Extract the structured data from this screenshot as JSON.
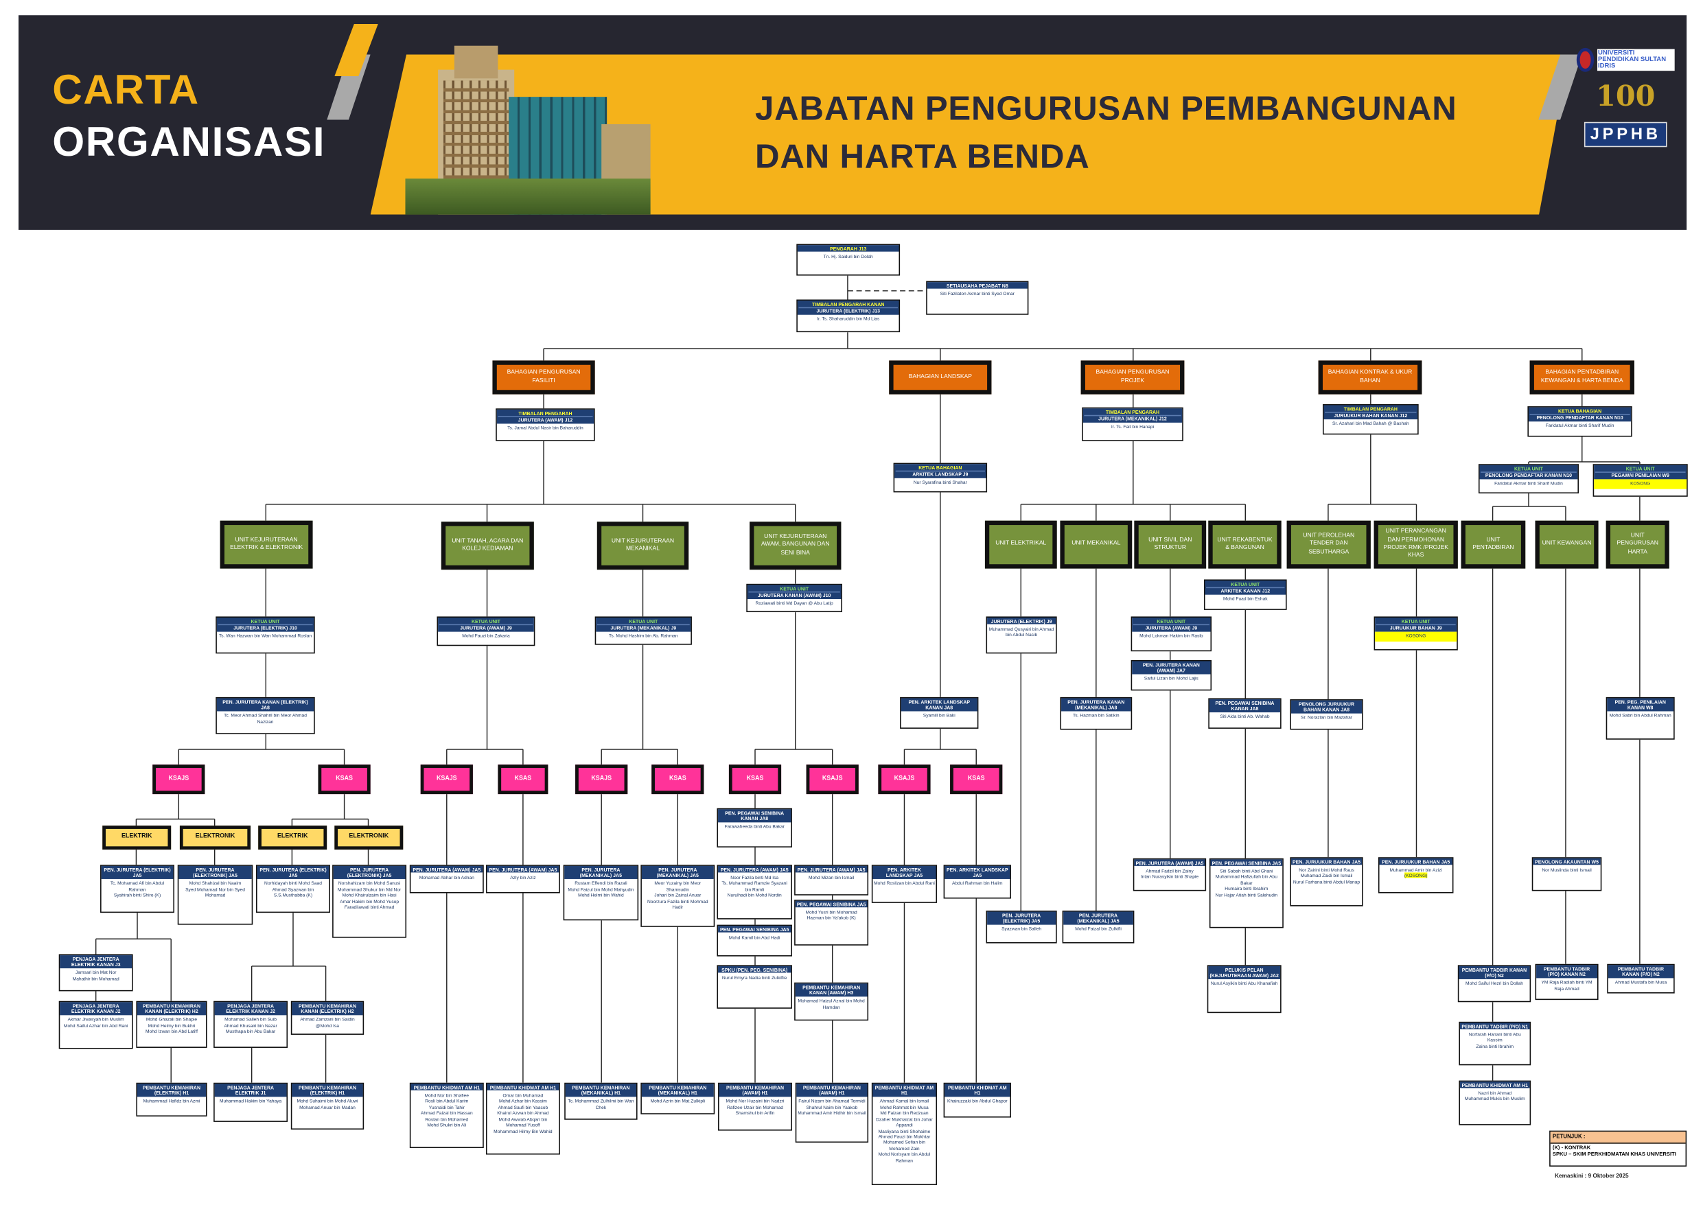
{
  "header": {
    "title_line1": "CARTA",
    "title_line2": "ORGANISASI",
    "dept_line1": "JABATAN PENGURUSAN PEMBANGUNAN",
    "dept_line2": "DAN HARTA BENDA",
    "logos": {
      "upsi": "UNIVERSITI PENDIDIKAN SULTAN IDRIS",
      "centenary": "100",
      "jpphb": "JPPHB"
    }
  },
  "colors": {
    "navy": "#1f3f73",
    "bahagian": "#e36c0a",
    "unit": "#77933c",
    "ksas": "#ff3399",
    "category": "#ffd966",
    "kosong": "#ffff00",
    "banner": "#262630",
    "accent": "#f5b21a"
  },
  "boxes": [
    {
      "id": "pengarah",
      "kind": "pos",
      "label": "PENGARAH J13",
      "tone": "yellow",
      "title": "",
      "names": [
        "Tn. Hj. Saiduri bin Dolah"
      ]
    },
    {
      "id": "setiausaha",
      "kind": "pos",
      "label": "",
      "title": "SETIAUSAHA PEJABAT N8",
      "names": [
        "Siti Fazilaton Akmar binti Syed Omar"
      ]
    },
    {
      "id": "tpk",
      "kind": "pos",
      "label": "TIMBALAN PENGARAH KANAN",
      "tone": "yellow",
      "title": "JURUTERA (ELEKTRIK) J13",
      "names": [
        "Ir. Ts. Shaharuddin bin Md Lias"
      ]
    },
    {
      "id": "b1",
      "kind": "bahagian",
      "text": "BAHAGIAN PENGURUSAN FASILITI"
    },
    {
      "id": "b2",
      "kind": "bahagian",
      "text": "BAHAGIAN LANDSKAP"
    },
    {
      "id": "b3",
      "kind": "bahagian",
      "text": "BAHAGIAN PENGURUSAN PROJEK"
    },
    {
      "id": "b4",
      "kind": "bahagian",
      "text": "BAHAGIAN KONTRAK & UKUR BAHAN"
    },
    {
      "id": "b5",
      "kind": "bahagian",
      "text": "BAHAGIAN PENTADBIRAN KEWANGAN & HARTA BENDA"
    },
    {
      "id": "tp1",
      "kind": "pos",
      "label": "TIMBALAN PENGARAH",
      "tone": "yellow",
      "title": "JURUTERA (AWAM) J12",
      "names": [
        "Ts. Jamal Abdul Nasir bin Baharuddin"
      ]
    },
    {
      "id": "tp3",
      "kind": "pos",
      "label": "TIMBALAN PENGARAH",
      "tone": "yellow",
      "title": "JURUTERA (MEKANIKAL) J12",
      "names": [
        "Ir. Ts. Fait bin Hanapi"
      ]
    },
    {
      "id": "tp4",
      "kind": "pos",
      "label": "TIMBALAN PENGARAH",
      "tone": "yellow",
      "title": "JURUUKUR BAHAN KANAN J12",
      "names": [
        "Sr. Azahari bin Mad Bahah @ Bashah"
      ]
    },
    {
      "id": "kb5",
      "kind": "pos",
      "label": "KETUA BAHAGIAN",
      "tone": "yellow",
      "title": "PENOLONG PENDAFTAR KANAN N10",
      "names": [
        "Faridatul Akmar binti Sharif Mudin"
      ]
    },
    {
      "id": "kupp",
      "kind": "pos",
      "label": "KETUA UNIT",
      "tone": "green",
      "title": "PENOLONG PENDAFTAR KANAN N10",
      "names": [
        "Faridatul Akmar binti Sharif Mudin"
      ]
    },
    {
      "id": "kupn",
      "kind": "pos",
      "label": "KETUA UNIT",
      "tone": "green",
      "title": "PEGAWAI PENILAIAN W9",
      "names": [
        "KOSONG"
      ],
      "kosong": true
    },
    {
      "id": "kb2",
      "kind": "pos",
      "label": "KETUA BAHAGIAN",
      "tone": "yellow",
      "title": "ARKITEK LANDSKAP J9",
      "names": [
        "Nur Syarafina binti Shahar"
      ]
    },
    {
      "id": "u1",
      "kind": "unit",
      "text": "UNIT KEJURUTERAAN ELEKTRIK & ELEKTRONIK"
    },
    {
      "id": "u2",
      "kind": "unit",
      "text": "UNIT TANAH, ACARA DAN KOLEJ KEDIAMAN"
    },
    {
      "id": "u3",
      "kind": "unit",
      "text": "UNIT KEJURUTERAAN MEKANIKAL"
    },
    {
      "id": "u4",
      "kind": "unit",
      "text": "UNIT KEJURUTERAAN AWAM, BANGUNAN DAN SENI BINA"
    },
    {
      "id": "u5",
      "kind": "unit",
      "text": "UNIT ELEKTRIKAL"
    },
    {
      "id": "u6",
      "kind": "unit",
      "text": "UNIT MEKANIKAL"
    },
    {
      "id": "u7",
      "kind": "unit",
      "text": "UNIT SIVIL DAN STRUKTUR"
    },
    {
      "id": "u8",
      "kind": "unit",
      "text": "UNIT REKABENTUK & BANGUNAN"
    },
    {
      "id": "u9",
      "kind": "unit",
      "text": "UNIT PEROLEHAN TENDER DAN SEBUTHARGA"
    },
    {
      "id": "u10",
      "kind": "unit",
      "text": "UNIT PERANCANGAN DAN PERMOHONAN PROJEK RMK /PROJEK KHAS"
    },
    {
      "id": "u11",
      "kind": "unit",
      "text": "UNIT PENTADBIRAN"
    },
    {
      "id": "u12",
      "kind": "unit",
      "text": "UNIT KEWANGAN"
    },
    {
      "id": "u13",
      "kind": "unit",
      "text": "UNIT PENGURUSAN HARTA"
    },
    {
      "id": "ku1",
      "kind": "pos",
      "label": "KETUA UNIT",
      "tone": "green",
      "title": "JURUTERA (ELEKTRIK) J10",
      "names": [
        "Ts. Wan Hazwan bin Wan Mohammad Roslan"
      ]
    },
    {
      "id": "pjk1",
      "kind": "pos",
      "label": "",
      "title": "PEN. JURUTERA KANAN (ELEKTRIK) JA8",
      "names": [
        "Tc. Meor Ahmad Shahril bin Meor Ahmad Nazizan"
      ]
    },
    {
      "id": "ku2",
      "kind": "pos",
      "label": "KETUA UNIT",
      "tone": "green",
      "title": "JURUTERA (AWAM) J9",
      "names": [
        "Mohd Fauzi bin Zakaria"
      ]
    },
    {
      "id": "ku3",
      "kind": "pos",
      "label": "KETUA UNIT",
      "tone": "green",
      "title": "JURUTERA (MEKANIKAL) J9",
      "names": [
        "Ts. Mohd Hashim bin Ab. Rahman"
      ]
    },
    {
      "id": "ku4",
      "kind": "pos",
      "label": "KETUA UNIT",
      "tone": "green",
      "title": "JURUTERA KANAN (AWAM) J10",
      "names": [
        "Roziawati binti Md Dayan @ Abu Latip"
      ]
    },
    {
      "id": "pak2",
      "kind": "pos",
      "label": "",
      "title": "PEN. ARKITEK LANDSKAP KANAN JA8",
      "names": [
        "Syamill bin Baki"
      ]
    },
    {
      "id": "k1",
      "kind": "ks",
      "text": "KSAJS"
    },
    {
      "id": "k2",
      "kind": "ks",
      "text": "KSAS"
    },
    {
      "id": "k3",
      "kind": "ks",
      "text": "KSAJS"
    },
    {
      "id": "k4",
      "kind": "ks",
      "text": "KSAS"
    },
    {
      "id": "k5",
      "kind": "ks",
      "text": "KSAJS"
    },
    {
      "id": "k6",
      "kind": "ks",
      "text": "KSAS"
    },
    {
      "id": "k7",
      "kind": "ks",
      "text": "KSAS"
    },
    {
      "id": "k8",
      "kind": "ks",
      "text": "KSAJS"
    },
    {
      "id": "k9",
      "kind": "ks",
      "text": "KSAJS"
    },
    {
      "id": "k10",
      "kind": "ks",
      "text": "KSAS"
    },
    {
      "id": "c1",
      "kind": "cat",
      "text": "ELEKTRIK"
    },
    {
      "id": "c2",
      "kind": "cat",
      "text": "ELEKTRONIK"
    },
    {
      "id": "c3",
      "kind": "cat",
      "text": "ELEKTRIK"
    },
    {
      "id": "c4",
      "kind": "cat",
      "text": "ELEKTRONIK"
    },
    {
      "id": "e1",
      "kind": "pos",
      "label": "",
      "title": "PEN. JURUTERA (ELEKTRIK) JA5",
      "names": [
        "Tc. Mohamad Afi bin Abdul Rahman",
        "Syahirah binti Shiro (K)"
      ]
    },
    {
      "id": "e2",
      "kind": "pos",
      "label": "",
      "title": "PEN. JURUTERA (ELEKTRONIK) JA5",
      "names": [
        "Mohd Shahizal bin Naaim",
        "Syed Mohamad Nor bin Syed Mohamad"
      ]
    },
    {
      "id": "e3",
      "kind": "pos",
      "label": "",
      "title": "PEN. JURUTERA (ELEKTRIK) JA5",
      "names": [
        "Norhidayah binti Mohd Saad",
        "Ahmad Syazwan bin S.S.Musthabba (K)"
      ]
    },
    {
      "id": "e4",
      "kind": "pos",
      "label": "",
      "title": "PEN. JURUTERA (ELEKTRONIK) JA5",
      "names": [
        "Norshahizam bin Mohd Sanusi",
        "Mohammad Shukur bin Md Nor",
        "Mohd Khairulzaim bin Hasi",
        "Amar Hakim bin Mohd Yusop",
        "Faradilawati binti Ahmad"
      ]
    },
    {
      "id": "t1",
      "kind": "pos",
      "label": "",
      "title": "PEN. JURUTERA (AWAM) JA5",
      "names": [
        "Mohamad Abhar bin Adnan"
      ]
    },
    {
      "id": "t2",
      "kind": "pos",
      "label": "",
      "title": "PEN. JURUTERA (AWAM) JA5",
      "names": [
        "Azly bin Aziz"
      ]
    },
    {
      "id": "m1",
      "kind": "pos",
      "label": "",
      "title": "PEN. JURUTERA (MEKANIKAL) JA5",
      "names": [
        "Rustam Effendi bin Razali",
        "Mohd Faizul bin Mohd Mahyudin",
        "Mohd Helmi bin Wahid"
      ]
    },
    {
      "id": "m2",
      "kind": "pos",
      "label": "",
      "title": "PEN. JURUTERA (MEKANIKAL) JA5",
      "names": [
        "Meor Yuzainy bin Meor Shamsudin",
        "Johari bin Zainal Anuar",
        "Noorzura Fazila binti Mohmad Hadir"
      ]
    },
    {
      "id": "apsk",
      "kind": "pos",
      "label": "",
      "title": "PEN. PEGAWAI SENIBINA KANAN JA8",
      "names": [
        "Farawaheeda binti Abu Bakar"
      ]
    },
    {
      "id": "a1",
      "kind": "pos",
      "label": "",
      "title": "PEN. JURUTERA (AWAM) JA5",
      "names": [
        "Noor Fazila binti Md Isa",
        "Ts. Muhammad Ramzie Syazani bin Ramli",
        "Nurulhadi bin Mohd Nordin"
      ]
    },
    {
      "id": "aps1",
      "kind": "pos",
      "label": "",
      "title": "PEN. PEGAWAI SENIBINA JA5",
      "names": [
        "Mohd Kamil bin Abd Hadi"
      ]
    },
    {
      "id": "aspku",
      "kind": "pos",
      "label": "",
      "title": "SPKU (PEN. PEG. SENIBINA)",
      "names": [
        "Nurul Emyra Nadia binti Zulkiflie"
      ]
    },
    {
      "id": "a2",
      "kind": "pos",
      "label": "",
      "title": "PEN. JURUTERA (AWAM) JA5",
      "names": [
        "Mohd Mizan bin Ismail"
      ]
    },
    {
      "id": "aps2",
      "kind": "pos",
      "label": "",
      "title": "PEN. PEGAWAI SENIBINA JA5",
      "names": [
        "Mohd Yusri bin Mohamad",
        "Hazman bin Ya'akob (K)"
      ]
    },
    {
      "id": "apkk",
      "kind": "pos",
      "label": "",
      "title": "PEMBANTU KEMAHIRAN KANAN (AWAM) H3",
      "names": [
        "Mohamad Haizul Aznal bin Mohd Hamdan"
      ]
    },
    {
      "id": "l1",
      "kind": "pos",
      "label": "",
      "title": "PEN. ARKITEK LANDSKAP JA5",
      "names": [
        "Mohd Roslizan bin Abdul Rani"
      ]
    },
    {
      "id": "l2",
      "kind": "pos",
      "label": "",
      "title": "PEN. ARKITEK LANDSKAP JA5",
      "names": [
        "Abdul Rahman bin Halim"
      ]
    },
    {
      "id": "pjj3",
      "kind": "pos",
      "label": "",
      "title": "PENJAGA JENTERA ELEKTRIK KANAN J3",
      "names": [
        "Jamsari bin Mat Nor",
        "Mahathir bin Mohamad"
      ]
    },
    {
      "id": "pjj2a",
      "kind": "pos",
      "label": "",
      "title": "PENJAGA JENTERA ELEKTRIK KANAN J2",
      "names": [
        "Akmar Jiwasyah bin Muslim",
        "Mohd Saiful Azhar bin Abd Rani"
      ]
    },
    {
      "id": "pkh2a",
      "kind": "pos",
      "label": "",
      "title": "PEMBANTU KEMAHIRAN KANAN (ELEKTRIK) H2",
      "names": [
        "Mohd Ghazali bin Shapie",
        "Mohd Helmy bin Bukhri",
        "Mohd Izwan bin Abd Latiff"
      ]
    },
    {
      "id": "pkh1a",
      "kind": "pos",
      "label": "",
      "title": "PEMBANTU KEMAHIRAN (ELEKTRIK) H1",
      "names": [
        "Muhammad Hafidz bin Azmi"
      ]
    },
    {
      "id": "pjj2b",
      "kind": "pos",
      "label": "",
      "title": "PENJAGA JENTERA ELEKTRIK KANAN J2",
      "names": [
        "Mohamad Salleh bin Suib",
        "Ahmad Khusairi bin Nazar",
        "Musthapa bin Abu Bakar"
      ]
    },
    {
      "id": "pkh2b",
      "kind": "pos",
      "label": "",
      "title": "PEMBANTU KEMAHIRAN KANAN (ELEKTRIK) H2",
      "names": [
        "Ahmad Zamzani bin Saidin @Mohd Isa"
      ]
    },
    {
      "id": "pjj1",
      "kind": "pos",
      "label": "",
      "title": "PENJAGA JENTERA ELEKTRIK J1",
      "names": [
        "Muhammad Hakim bin Yahaya"
      ]
    },
    {
      "id": "pkh1b",
      "kind": "pos",
      "label": "",
      "title": "PEMBANTU KEMAHIRAN (ELEKTRIK) H1",
      "names": [
        "Mohd Suhaimi bin Mohd Aluwi",
        "Mohamad Anuar bin Madan"
      ]
    },
    {
      "id": "pkat1",
      "kind": "pos",
      "label": "",
      "title": "PEMBANTU KHIDMAT AM H1",
      "names": [
        "Mohd Nor bin Shafiee",
        "Rosli bin Abdul Karim",
        "Yusnaidi bin Tahir",
        "Ahmad Faizal bin Hassan",
        "Roslan bin Mohamed",
        "Mohd Shukri bin Ali"
      ]
    },
    {
      "id": "pkat2",
      "kind": "pos",
      "label": "",
      "title": "PEMBANTU KHIDMAT AM H1",
      "names": [
        "Omar bin Muhamad",
        "Mohd Azhar bin Kassim",
        "Ahmad Saufi bin Yaacob",
        "Khairul Azwan bin Ahmad",
        "Mohd Awwab Abqari bin Mohamad Yusoff",
        "Mohammad Hilmy Bin Wahid"
      ]
    },
    {
      "id": "pkm1",
      "kind": "pos",
      "label": "",
      "title": "PEMBANTU KEMAHIRAN (MEKANIKAL) H1",
      "names": [
        "Tc. Mohammad Zulhilmi bin Wan Chek"
      ]
    },
    {
      "id": "pkm2",
      "kind": "pos",
      "label": "",
      "title": "PEMBANTU KEMAHIRAN (MEKANIKAL) H1",
      "names": [
        "Mohd Azrin bin Mat Zulkipli"
      ]
    },
    {
      "id": "pka1",
      "kind": "pos",
      "label": "",
      "title": "PEMBANTU KEMAHIRAN (AWAM) H1",
      "names": [
        "Mohd Nor Huzaini bin Nadzri",
        "Rafizee Uzair bin Mohamad",
        "Shamshul bin Arifin"
      ]
    },
    {
      "id": "pka2",
      "kind": "pos",
      "label": "",
      "title": "PEMBANTU KEMAHIRAN (AWAM) H1",
      "names": [
        "Fairul Nizam bin Ahamad Termidi",
        "Shahrul Naim bin Yaakob",
        "Muhammad Amir Hidhir bin Ismail"
      ]
    },
    {
      "id": "pkal1",
      "kind": "pos",
      "label": "",
      "title": "PEMBANTU KHIDMAT AM H1",
      "names": [
        "Ahmad Kamal bin Ismail",
        "Mohd Rahmat bin Musa",
        "Md Faizan bin Redzuan",
        "Dzaher Mukhaizat bin Johar Appandi",
        "Masliyana binti Shohaime",
        "Ahmad Fauzi bin Mokhtar",
        "Mohamed Sofian bin Mohamed Zain",
        "Mohd Norisyam bin Abdul Rahman"
      ]
    },
    {
      "id": "pkal2",
      "kind": "pos",
      "label": "",
      "title": "PEMBANTU KHIDMAT AM H1",
      "names": [
        "Khairuzzaki bin Abdul Ghapor"
      ]
    },
    {
      "id": "jel",
      "kind": "pos",
      "label": "",
      "title": "JURUTERA (ELEKTRIK) J9",
      "names": [
        "Muhammad Qusyairi bin Ahmad bin Abdul Nasib"
      ]
    },
    {
      "id": "pjel",
      "kind": "pos",
      "label": "",
      "title": "PEN. JURUTERA (ELEKTRIK) JA5",
      "names": [
        "Syazwan bin Salleh"
      ]
    },
    {
      "id": "pjkmek",
      "kind": "pos",
      "label": "",
      "title": "PEN. JURUTERA KANAN (MEKANIKAL) JA8",
      "names": [
        "Ts. Hazman bin Satikin"
      ]
    },
    {
      "id": "pjmek",
      "kind": "pos",
      "label": "",
      "title": "PEN. JURUTERA (MEKANIKAL) JA5",
      "names": [
        "Mohd Faizal bin Zulkifli"
      ]
    },
    {
      "id": "kusiv",
      "kind": "pos",
      "label": "KETUA UNIT",
      "tone": "green",
      "title": "JURUTERA (AWAM) J9",
      "names": [
        "Mohd Lokman Hakim bin Rasib"
      ]
    },
    {
      "id": "pjksiv",
      "kind": "pos",
      "label": "",
      "title": "PEN. JURUTERA KANAN (AWAM) JA7",
      "names": [
        "Saiful Lizan bin Mohd Lajis"
      ]
    },
    {
      "id": "pjsiv",
      "kind": "pos",
      "label": "",
      "title": "PEN. JURUTERA (AWAM) JA5",
      "names": [
        "Ahmad Fadzil bin Zainy",
        "Intan Nurasyikin binti Shapie"
      ]
    },
    {
      "id": "kurek",
      "kind": "pos",
      "label": "KETUA UNIT",
      "tone": "green",
      "title": "ARKITEK KANAN J12",
      "names": [
        "Mohd Fuad bin Eshak"
      ]
    },
    {
      "id": "pskrek",
      "kind": "pos",
      "label": "",
      "title": "PEN. PEGAWAI SENIBINA KANAN JA8",
      "names": [
        "Siti Aida binti Ab. Wahab"
      ]
    },
    {
      "id": "psrek",
      "kind": "pos",
      "label": "",
      "title": "PEN. PEGAWAI SENIBINA JA5",
      "names": [
        "Siti Sabah binti Abd Ghani",
        "Muhammad Hafizullah bin Abu Bakar",
        "Humaira binti Ibrahim",
        "Nur Hajar Atiah binti Salehudin"
      ]
    },
    {
      "id": "pelukis",
      "kind": "pos",
      "label": "",
      "title": "PELUKIS PELAN (KEJURUTERAAN AWAM) JA2",
      "names": [
        "Nurul Asyikin binti Abu Khanafiah"
      ]
    },
    {
      "id": "pjbk",
      "kind": "pos",
      "label": "",
      "title": "PENOLONG JURUUKUR BAHAN KANAN JA8",
      "names": [
        "Sr. Norazlan bin Mazahar"
      ]
    },
    {
      "id": "pjb1",
      "kind": "pos",
      "label": "",
      "title": "PEN. JURUUKUR BAHAN JA5",
      "names": [
        "Nor Zairini binti Mohd Raus",
        "Muhamad Zaidi bin Ismail",
        "Nurul Farhana binti Abdul Manap"
      ]
    },
    {
      "id": "kuran",
      "kind": "pos",
      "label": "KETUA UNIT",
      "tone": "green",
      "title": "JURUUKUR BAHAN J9",
      "names": [
        "KOSONG"
      ],
      "kosong": true
    },
    {
      "id": "pjb2",
      "kind": "pos",
      "label": "",
      "title": "PEN. JURUUKUR BAHAN JA5",
      "names": [
        "Muhammad Amir bin Azizi",
        "(KOSONG)"
      ]
    },
    {
      "id": "ptpen",
      "kind": "pos",
      "label": "",
      "title": "PEMBANTU TADBIR KANAN (P/O) N2",
      "names": [
        "Mohd Saiful Hezri bin Dollah"
      ]
    },
    {
      "id": "ptn1",
      "kind": "pos",
      "label": "",
      "title": "PEMBANTU TADBIR (P/O) N1",
      "names": [
        "Norfarah Hanani binti Abu Kassim",
        "Zaina binti Ibrahim"
      ]
    },
    {
      "id": "pkapen",
      "kind": "pos",
      "label": "",
      "title": "PEMBANTU KHIDMAT AM H1",
      "names": [
        "Nazri bin Ahmad",
        "Muhammad Mukis bin Muslim"
      ]
    },
    {
      "id": "pakew",
      "kind": "pos",
      "label": "",
      "title": "PENOLONG AKAUNTAN W5",
      "names": [
        "Nor Muslinda binti Ismail"
      ]
    },
    {
      "id": "ptkew",
      "kind": "pos",
      "label": "",
      "title": "PEMBANTU TADBIR (P/O) KANAN N2",
      "names": [
        "YM Raja Radiah binti YM Raja Ahmad"
      ]
    },
    {
      "id": "ppkh",
      "kind": "pos",
      "label": "",
      "title": "PEN. PEG. PENILAIAN KANAN W8",
      "names": [
        "Mohd Sabri bin Abdul Rahman"
      ]
    },
    {
      "id": "pth",
      "kind": "pos",
      "label": "",
      "title": "PEMBANTU TADBIR KANAN (P/O) N2",
      "names": [
        "Ahmad Mustafa bin Musa"
      ]
    }
  ],
  "legend": {
    "title": "PETUNJUK :",
    "items": [
      "(K)      -  KONTRAK",
      "SPKU  – SKIM PERKHIDMATAN KHAS UNIVERSITI"
    ],
    "updated": "Kemaskini : 9 Oktober 2025"
  }
}
